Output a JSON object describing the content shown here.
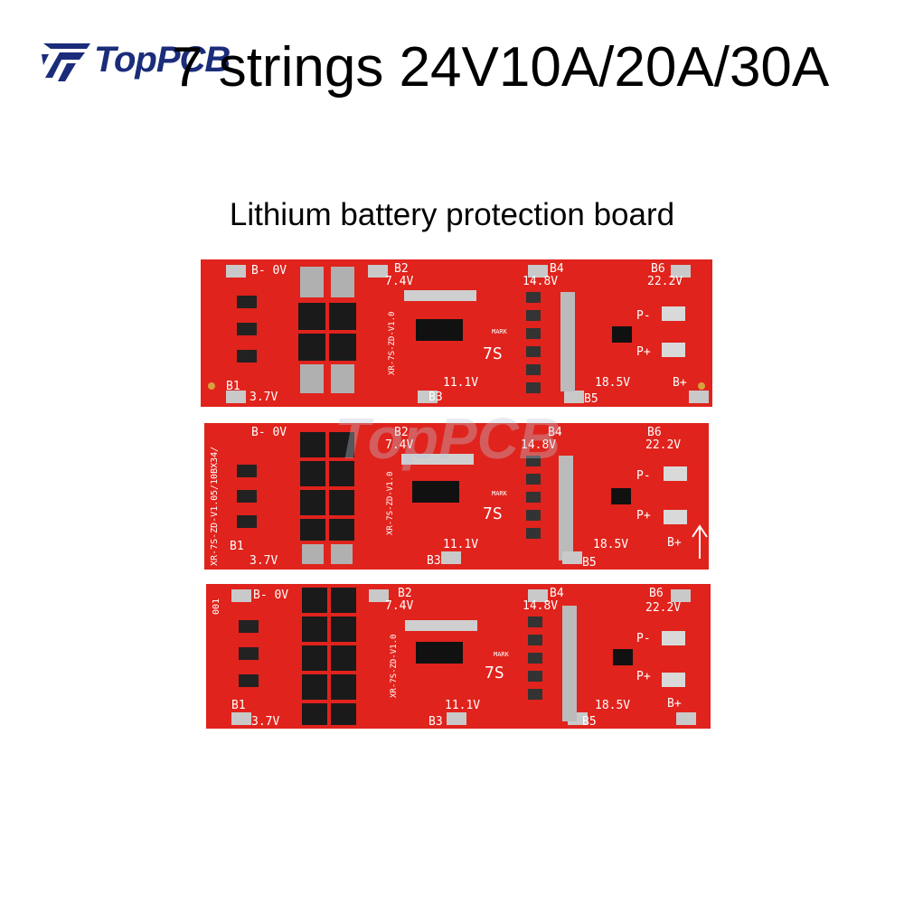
{
  "brand": {
    "name": "TopPCB",
    "color": "#1b2c7a"
  },
  "title": "7 strings 24V10A/20A/30A",
  "subtitle": "Lithium battery protection board",
  "watermark": "TopPCB",
  "board_color": "#e0231c",
  "boards": [
    {
      "labels": {
        "b_minus": "B- 0V",
        "b1": "B1",
        "v1": "3.7V",
        "b2": "B2",
        "v2": "7.4V",
        "b3": "B3",
        "v3": "11.1V",
        "b4": "B4",
        "v4": "14.8V",
        "b5": "B5",
        "v5": "18.5V",
        "b6": "B6",
        "v6": "22.2V",
        "p_minus": "P-",
        "p_plus": "P+",
        "b_plus": "B+",
        "series": "7S",
        "model": "XR-7S-ZD-V1.0",
        "mark": "MARK"
      }
    },
    {
      "labels": {
        "b_minus": "B- 0V",
        "b1": "B1",
        "v1": "3.7V",
        "b2": "B2",
        "v2": "7.4V",
        "b3": "B3",
        "v3": "11.1V",
        "b4": "B4",
        "v4": "14.8V",
        "b5": "B5",
        "v5": "18.5V",
        "b6": "B6",
        "v6": "22.2V",
        "p_minus": "P-",
        "p_plus": "P+",
        "b_plus": "B+",
        "series": "7S",
        "model": "XR-7S-ZD-V1.0",
        "mark": "MARK",
        "side_code": "5/10BX34/",
        "side_code2": "XR-7S-ZD-V1.0"
      }
    },
    {
      "labels": {
        "b_minus": "B- 0V",
        "b1": "B1",
        "v1": "3.7V",
        "b2": "B2",
        "v2": "7.4V",
        "b3": "B3",
        "v3": "11.1V",
        "b4": "B4",
        "v4": "14.8V",
        "b5": "B5",
        "v5": "18.5V",
        "b6": "B6",
        "v6": "22.2V",
        "p_minus": "P-",
        "p_plus": "P+",
        "b_plus": "B+",
        "series": "7S",
        "model": "XR-7S-ZD-V1.0",
        "mark": "MARK",
        "side_code": "001"
      }
    }
  ]
}
